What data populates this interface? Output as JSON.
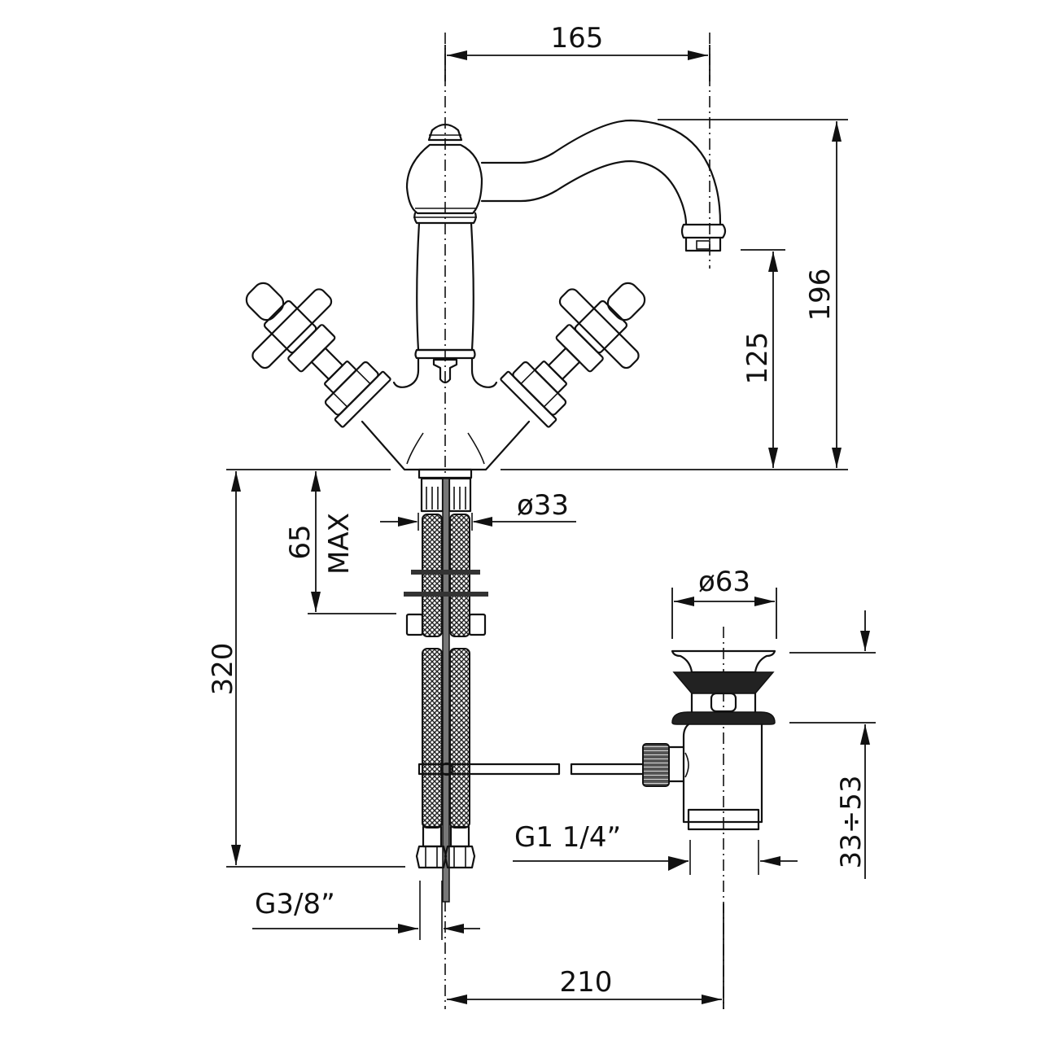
{
  "drawing": {
    "subject": "Basin mixer with cross handles, swivel spout and pop-up waste",
    "line_color": "#111111",
    "background": "#ffffff"
  },
  "dimensions": {
    "spout_reach": "165",
    "overall_height": "196",
    "spout_outlet_height": "125",
    "hose_length": "320",
    "max_deck_thickness": "65",
    "max_label": "MAX",
    "hole_diameter": "ø33",
    "waste_flange_diameter": "ø63",
    "waste_adjust_range": "33÷53",
    "waste_thread": "G1  1/4”",
    "supply_thread": "G3/8”",
    "tap_to_waste_distance": "210"
  }
}
